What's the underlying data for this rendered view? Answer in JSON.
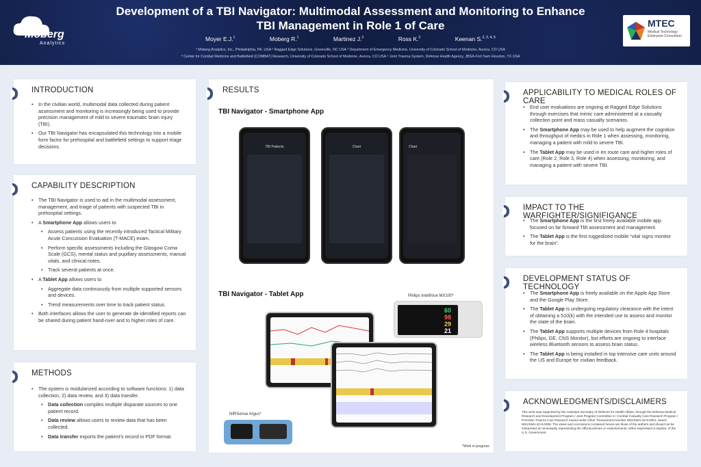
{
  "header": {
    "title_line1": "Development of a TBI Navigator: Multimodal Assessment and Monitoring to Enhance",
    "title_line2": "TBI Management in Role 1 of Care",
    "authors": [
      "Moyer E.J.",
      "Moberg R.",
      "Martinez J.",
      "Ross K.",
      "Keenan S."
    ],
    "author_sups": [
      "1",
      "1",
      "2",
      "2",
      "2, 3, 4, 5"
    ],
    "affil_line1": "¹ Moberg Analytics, Inc., Philadelphia, PA, USA    ² Ragged Edge Solutions, Greenville, NC USA    ³ Department of Emergency Medicine, University of Colorado School of Medicine, Aurora, CO USA",
    "affil_line2": "⁴ Center for Combat Medicine and Battlefield (COMBAT) Research, University of Colorado School of Medicine, Aurora, CO USA    ⁵ Joint Trauma System, Defense Health Agency, JBSA-Fort Sam Houston, TX USA",
    "logo_left_text": "Moberg",
    "logo_left_sub": "Analytics",
    "logo_right_text": "MTEC",
    "logo_right_sub": "Medical Technology Enterprise Consortium"
  },
  "introduction": {
    "title": "INTRODUCTION",
    "items": [
      "In the civilian world, multimodal data collected during patient assessment and monitoring is increasingly being used to provide precision management of mild to severe traumatic brain injury (TBI).",
      "Our TBI Navigator has encapsulated this technology into a mobile form factor for prehospital and battlefield settings to support triage decisions."
    ]
  },
  "capability": {
    "title": "CAPABILITY DESCRIPTION",
    "i1": "The TBI Navigator is used to aid in the multimodal assessment, management, and triage of patients with suspected TBI in prehospital settings.",
    "i2_pre": "A ",
    "i2_bold": "Smartphone App",
    "i2_post": " allows users to",
    "s1": "Assess patients using the recently introduced Tactical Military Acute Concussion Evaluation (T-MACE) exam.",
    "s2": "Perform specific assessments including the Glasgow Coma Scale (GCS), mental status and pupillary assessments, manual vitals, and clinical notes.",
    "s3": "Track several patients at once.",
    "i3_pre": "A ",
    "i3_bold": "Tablet App",
    "i3_post": " allows users to",
    "s4": "Aggregate data continuously from multiple supported sensors and devices.",
    "s5": "Trend measurements over time to track patient status.",
    "i4": "Both interfaces allows the user to generate de-identified reports can be shared during patient hand-over and to higher roles of care."
  },
  "methods": {
    "title": "METHODS",
    "i1": "The system is modularized according to software functions: 1) data collection, 2) data review, and 3) data transfer.",
    "s1_bold": "Data collection",
    "s1_post": " compiles multiple disparate sources to one patient record.",
    "s2_bold": "Data review",
    "s2_post": " allows users to review data that has been collected.",
    "s3_bold": "Data transfer",
    "s3_post": " exports the patient's record in PDF format."
  },
  "results": {
    "title": "RESULTS",
    "phone_heading": "TBI Navigator - Smartphone App",
    "tablet_heading": "TBI Navigator - Tablet App",
    "philips_label": "Philips IntelliVue MX100*",
    "nirsense_label": "NIRSense Argus*",
    "footnote": "*Work in progress",
    "phone1_title": "TBI Patients",
    "phone2_title": "Chart",
    "phone3_title": "Chart",
    "monitor_values": [
      "60",
      "98",
      "29",
      "21"
    ]
  },
  "applicability": {
    "title": "APPLICABILITY TO MEDICAL ROLES OF CARE",
    "i1": "End user evaluations are ongoing at Ragged Edge Solutions through exercises that mimic care administered at a casualty collection point and mass casualty scenarios.",
    "i2_pre": "The ",
    "i2_bold": "Smartphone App",
    "i2_post": " may be used to help augment the cognition and throughput of medics in Role 1 when assessing, monitoring, managing a patient with mild to severe TBI.",
    "i3_pre": "The ",
    "i3_bold": "Tablet App",
    "i3_post": " may be used in en route care and higher roles of care (Role 2, Role 3, Role 4) when assessing, monitoring, and managing a patient with severe TBI."
  },
  "impact": {
    "title": "IMPACT TO THE WARFIGHTER/SIGNIFIGANCE",
    "i1_pre": "The ",
    "i1_bold": "Smartphone App",
    "i1_post": " is the first freely available mobile app focused on far forward TBI assessment and management.",
    "i2_pre": "The ",
    "i2_bold": "Tablet App",
    "i2_post": " is the first ruggedized mobile “vital signs monitor for the brain”."
  },
  "status": {
    "title": "DEVELOPMENT STATUS OF TECHNOLOGY",
    "i1_pre": "The ",
    "i1_bold": "Smartphone App",
    "i1_post": " is freely available on the Apple App Store and the Google Play Store.",
    "i2_pre": "The ",
    "i2_bold": "Tablet App",
    "i2_post": " is undergoing regulatory clearance with the intent of obtaining a 510(k) with the intended use to assess and monitor the state of the brain.",
    "i3_pre": "The ",
    "i3_bold": "Tablet App",
    "i3_post": " supports multiple devices from Role 4 hospitals (Philips, GE, CNS Monitor), but efforts are ongoing to interface wireless Bluetooth sensors to assess brain status.",
    "i4_pre": "The ",
    "i4_bold": "Tablet App",
    "i4_post": " is being installed in top intensive care units around the US and Europe for civilian feedback."
  },
  "ack": {
    "title": "ACKNOWLEDGMENTS/DISCLAIMERS",
    "text": "This work was supported by the Assistant Secretary of Defense for Health Affairs, through the Defense Medical Research and Development Program / Joint Program Committee 6 / Combat Casualty Care Research Program / Precision Trauma Care Research Award under Other Transactions Number W81XWH-15-9-0001, award W81XWH-22-9-0006. The views and conclusions contained herein are those of the authors and should not be interpreted as necessarily representing the official policies or endorsements, either expressed or implied, of the U.S. Government."
  }
}
